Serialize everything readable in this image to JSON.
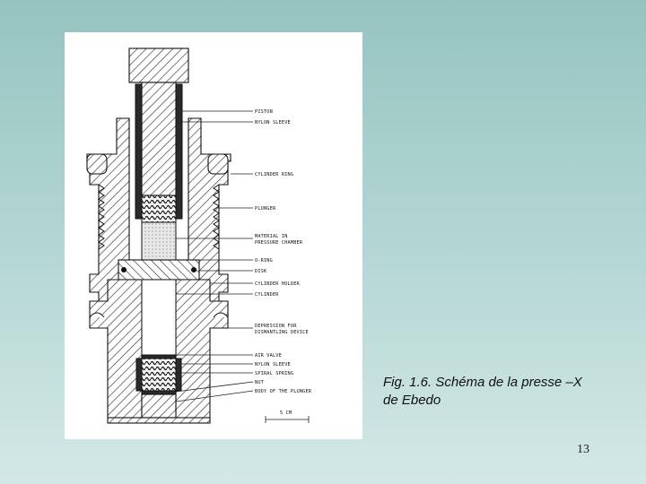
{
  "figure": {
    "labels": {
      "piston": "PISTON",
      "nylon_sleeve_top": "NYLON SLEEVE",
      "cylinder_ring": "CYLINDER RING",
      "plunger": "PLUNGER",
      "material_line1": "MATERIAL IN",
      "material_line2": "PRESSURE CHAMBER",
      "o_ring": "O-RING",
      "disk": "DISK",
      "cylinder_holder": "CYLINDER HOLDER",
      "cylinder": "CYLINDER",
      "depression_line1": "DEPRESSION FOR",
      "depression_line2": "DISMANTLING DEVICE",
      "air_valve": "AIR VALVE",
      "nylon_sleeve_bottom": "NYLON SLEEVE",
      "spiral_spring": "SPIRAL SPRING",
      "nut": "NUT",
      "body_of_plunger": "BODY OF THE PLUNGER",
      "scale": "5 CM"
    }
  },
  "caption": {
    "line1": "Fig. 1.6.  Schéma de la presse –X",
    "line2": "de Ebedo"
  },
  "page_number": "13",
  "colors": {
    "background_top": "#95c4c0",
    "background_bottom": "#d3e8e6",
    "figure_background": "#ffffff",
    "ink": "#111111"
  }
}
